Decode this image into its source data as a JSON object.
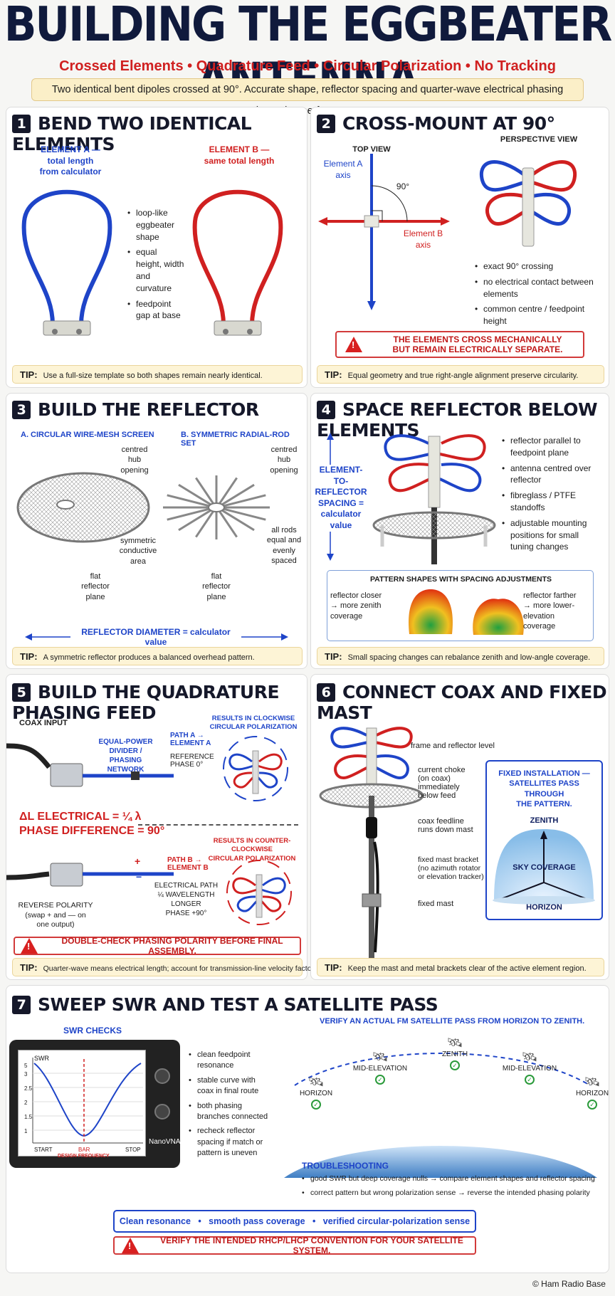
{
  "header": {
    "title": "BUILDING THE EGGBEATER ANTENNA",
    "subtitle": "Crossed Elements • Quadrature Feed • Circular Polarization • No Tracking",
    "banner": "Two identical bent dipoles crossed at 90°. Accurate shape, reflector spacing and quarter-wave electrical phasing determine performance."
  },
  "s1": {
    "num": "1",
    "title": "BEND TWO IDENTICAL ELEMENTS",
    "elA": "ELEMENT A —\ntotal length\nfrom calculator",
    "elB": "ELEMENT B —\nsame total length",
    "bullets": [
      "loop-like eggbeater shape",
      "equal height, width and curvature",
      "feedpoint gap at base"
    ],
    "tip_label": "TIP:",
    "tip": "Use a full-size template so both shapes remain nearly identical."
  },
  "s2": {
    "num": "2",
    "title": "CROSS-MOUNT AT 90°",
    "top_view": "TOP VIEW",
    "persp": "PERSPECTIVE VIEW",
    "axisA": "Element A\naxis",
    "axisB": "Element B\naxis",
    "angle": "90°",
    "bullets": [
      "exact 90° crossing",
      "no electrical contact between elements",
      "common centre / feedpoint height"
    ],
    "warn": "THE ELEMENTS CROSS MECHANICALLY\nBUT REMAIN ELECTRICALLY SEPARATE.",
    "tip_label": "TIP:",
    "tip": "Equal geometry and true right-angle alignment preserve circularity."
  },
  "s3": {
    "num": "3",
    "title": "BUILD THE REFLECTOR",
    "a": "A. CIRCULAR WIRE-MESH SCREEN",
    "b": "B. SYMMETRIC RADIAL-ROD SET",
    "hub1": "centred\nhub\nopening",
    "hub2": "centred\nhub\nopening",
    "sym": "symmetric\nconductive\narea",
    "flat1": "flat\nreflector\nplane",
    "flat2": "flat\nreflector\nplane",
    "rods": "all rods\nequal and\nevenly\nspaced",
    "diam": "REFLECTOR DIAMETER = calculator value",
    "tip_label": "TIP:",
    "tip": "A symmetric reflector produces a balanced overhead pattern."
  },
  "s4": {
    "num": "4",
    "title": "SPACE REFLECTOR BELOW ELEMENTS",
    "spacing": "ELEMENT-TO-\nREFLECTOR\nSPACING =\ncalculator\nvalue",
    "bullets": [
      "reflector parallel to feedpoint plane",
      "antenna centred over reflector",
      "fibreglass / PTFE standoffs",
      "adjustable mounting positions for small tuning changes"
    ],
    "pattern": "PATTERN SHAPES WITH SPACING ADJUSTMENTS",
    "closer": "reflector closer\n→ more zenith\ncoverage",
    "farther": "reflector farther\n→ more lower-\nelevation\ncoverage",
    "tip_label": "TIP:",
    "tip": "Small spacing changes can rebalance zenith and low-angle coverage."
  },
  "s5": {
    "num": "5",
    "title": "BUILD THE QUADRATURE PHASING FEED",
    "coax": "COAX INPUT",
    "divider": "EQUAL-POWER\nDIVIDER /\nPHASING NETWORK",
    "pathA": "PATH A →\nELEMENT A",
    "ref": "REFERENCE\nPHASE 0°",
    "cw": "RESULTS IN CLOCKWISE\nCIRCULAR POLARIZATION",
    "dl": "ΔL ELECTRICAL = ¼ λ\nPHASE DIFFERENCE = 90°",
    "ccw": "RESULTS IN COUNTER-CLOCKWISE\nCIRCULAR POLARIZATION",
    "pathB": "PATH B →\nELEMENT B",
    "elec": "ELECTRICAL PATH\n¼ WAVELENGTH\nLONGER\nPHASE +90°",
    "rev": "REVERSE POLARITY\n(swap + and — on\none output)",
    "plus": "+",
    "minus": "−",
    "warn": "DOUBLE-CHECK PHASING POLARITY BEFORE FINAL ASSEMBLY.",
    "tip_label": "TIP:",
    "tip": "Quarter-wave means electrical length; account for transmission-line velocity factor."
  },
  "s6": {
    "num": "6",
    "title": "CONNECT COAX AND FIXED MAST",
    "frame": "frame and reflector level",
    "choke": "current choke\n(on coax)\nimmediately\nbelow feed",
    "feed": "coax feedline\nruns down mast",
    "bracket": "fixed mast bracket\n(no azimuth rotator\nor elevation tracker)",
    "mast": "fixed mast",
    "fixed": "FIXED INSTALLATION —\nSATELLITES PASS\nTHROUGH\nTHE PATTERN.",
    "zenith": "ZENITH",
    "sky": "SKY COVERAGE",
    "horizon": "HORIZON",
    "tip_label": "TIP:",
    "tip": "Keep the mast and metal brackets clear of the active element region."
  },
  "s7": {
    "num": "7",
    "title": "SWEEP SWR AND TEST A SATELLITE PASS",
    "swr_checks": "SWR CHECKS",
    "swr": "SWR",
    "yticks": [
      "3",
      "2.5",
      "2",
      "1.5",
      "1"
    ],
    "top_tick": "5",
    "start": "START",
    "stop": "STOP",
    "bar": "BAR",
    "design": "DESIGN FREQUENCY",
    "brand": "NanoVNA",
    "bullets": [
      "clean feedpoint resonance",
      "stable curve with coax in final route",
      "both phasing branches connected",
      "recheck reflector spacing if match or pattern is uneven"
    ],
    "verify": "VERIFY AN ACTUAL FM SATELLITE PASS FROM HORIZON TO ZENITH.",
    "positions": [
      "HORIZON",
      "MID-ELEVATION",
      "ZENITH",
      "MID-ELEVATION",
      "HORIZON"
    ],
    "trouble": "TROUBLESHOOTING",
    "t1": "good SWR but deep coverage nulls → compare element shapes and reflector spacing",
    "t2": "correct pattern but wrong polarization sense → reverse the intended phasing polarity",
    "summary": "Clean resonance   •   smooth pass coverage   •   verified circular-polarization sense",
    "warn": "VERIFY THE INTENDED RHCP/LHCP CONVENTION FOR YOUR SATELLITE SYSTEM.",
    "credit": "© Ham Radio Base"
  },
  "colors": {
    "blue": "#1e44c8",
    "red": "#d02020",
    "navy": "#15182a",
    "tip": "#fdf4d6"
  }
}
